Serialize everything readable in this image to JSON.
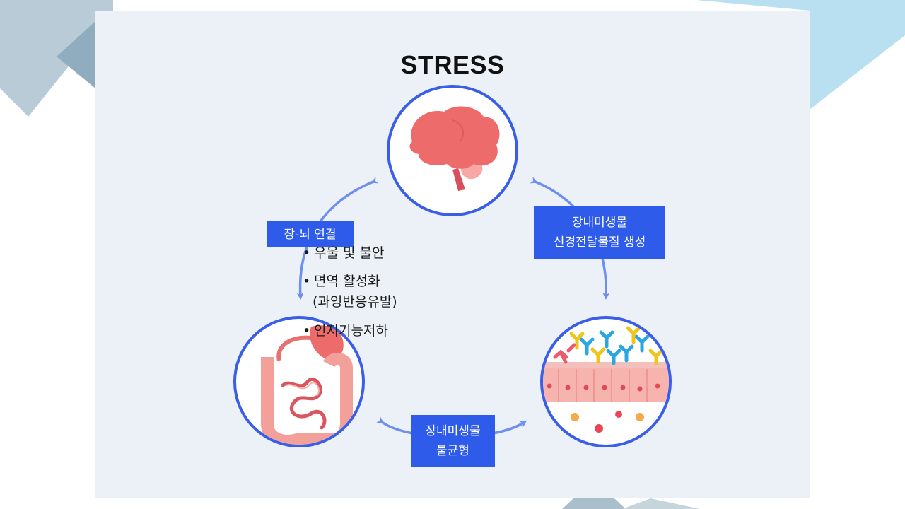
{
  "diagram": {
    "title": "STRESS",
    "label_gut_brain": "장-뇌 연결",
    "label_neuro_line1": "장내미생물",
    "label_neuro_line2": "신경전달물질 생성",
    "label_imbalance_line1": "장내미생물",
    "label_imbalance_line2": "불균형",
    "effects": [
      {
        "bullet": "•",
        "text": "우울 및 불안"
      },
      {
        "bullet": "•",
        "text": "면역 활성화",
        "sub": "(과잉반응유발)"
      },
      {
        "bullet": "•",
        "text": "인지기능저하"
      }
    ]
  },
  "colors": {
    "accent": "#2f5bea",
    "circle_stroke": "#3a5ee8",
    "arrow": "#6f8ff0",
    "brain": "#ee6b6b",
    "intestine": "#f4a09a",
    "background_panel": "#ebf1f6"
  },
  "icons": [
    "brain-icon",
    "intestine-icon",
    "gut-lining-microbiome-icon"
  ]
}
